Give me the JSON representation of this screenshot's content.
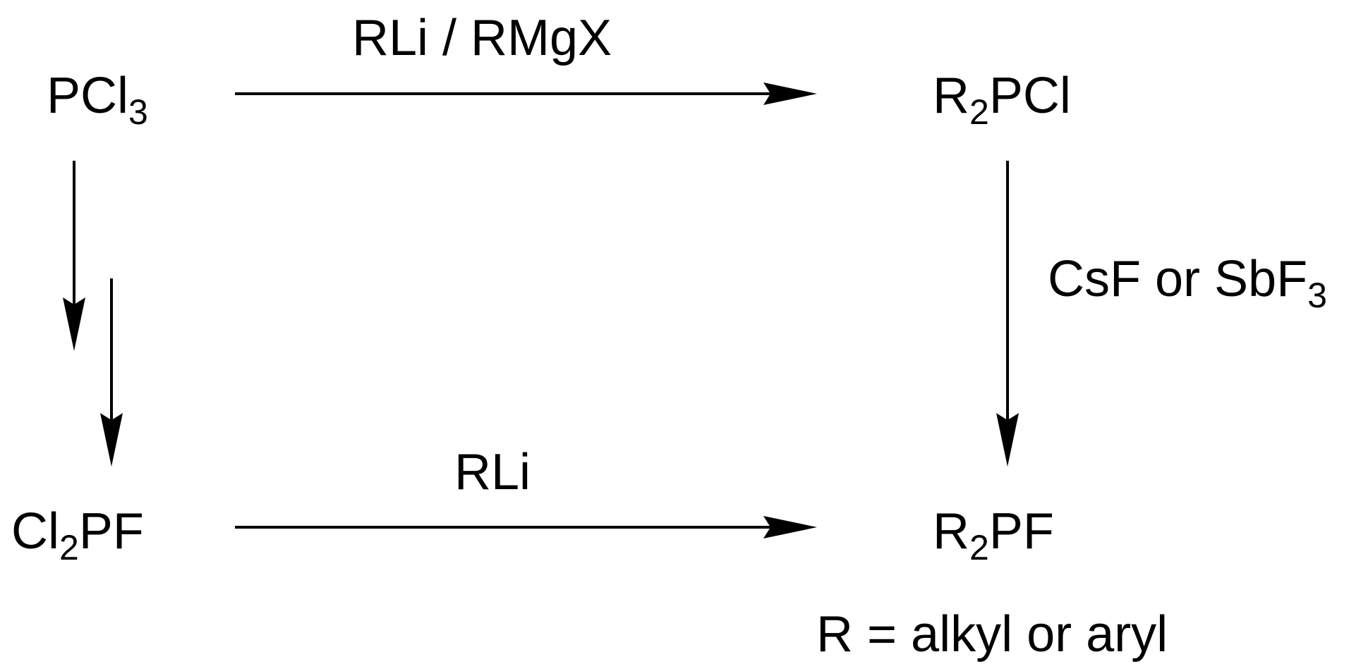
{
  "compounds": {
    "pcl3": {
      "main": "PCl",
      "subscript": "3"
    },
    "r2pcl": {
      "prefix": "R",
      "subscript": "2",
      "suffix": "PCl"
    },
    "cl2pf": {
      "prefix": "Cl",
      "subscript": "2",
      "suffix": "PF"
    },
    "r2pf": {
      "prefix": "R",
      "subscript": "2",
      "suffix": "PF"
    }
  },
  "reagents": {
    "top_arrow": "RLi / RMgX",
    "bottom_arrow": "RLi",
    "right_arrow": {
      "main": "CsF or SbF",
      "subscript": "3"
    }
  },
  "footnote": "R = alkyl or aryl",
  "colors": {
    "ink": "#000000",
    "background": "#ffffff"
  }
}
